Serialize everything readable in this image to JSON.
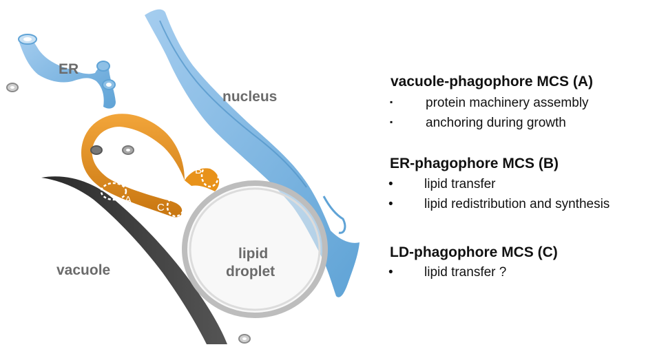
{
  "labels": {
    "er": "ER",
    "nucleus": "nucleus",
    "vacuole": "vacuole",
    "lipid_droplet_line1": "lipid",
    "lipid_droplet_line2": "droplet",
    "site_a": "A",
    "site_b": "B",
    "site_c": "C"
  },
  "legend": {
    "sections": [
      {
        "title": "vacuole-phagophore MCS (A)",
        "bullet": "▪",
        "items": [
          "protein machinery assembly",
          "anchoring during growth"
        ]
      },
      {
        "title": "ER-phagophore MCS (B)",
        "bullet": "•",
        "items": [
          "lipid transfer",
          "lipid redistribution and synthesis"
        ]
      },
      {
        "title": "LD-phagophore MCS (C)",
        "bullet": "•",
        "items": [
          "lipid transfer ?"
        ]
      }
    ]
  },
  "colors": {
    "er_nucleus": "#7fb8e0",
    "phagophore": "#e8921a",
    "vacuole": "#3c3c3c",
    "lipid_droplet": "#e6e6e6",
    "label_gray": "#6b6b6b"
  }
}
